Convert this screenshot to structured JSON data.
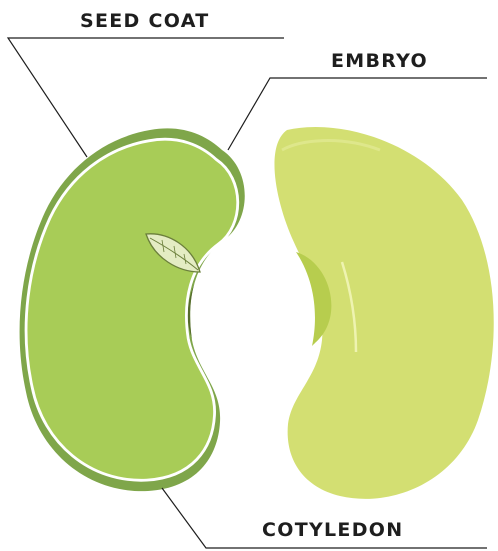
{
  "labels": {
    "seed_coat": "SEED COAT",
    "embryo": "EMBRYO",
    "cotyledon": "COTYLEDON"
  },
  "colors": {
    "seed_coat": "#7fa64a",
    "cotyledon_left": "#a8cc57",
    "cotyledon_right": "#d3df72",
    "embryo": "#556b2d",
    "embryo_leaf": "#e4ecc3",
    "leader_line": "#1e1e1e"
  }
}
